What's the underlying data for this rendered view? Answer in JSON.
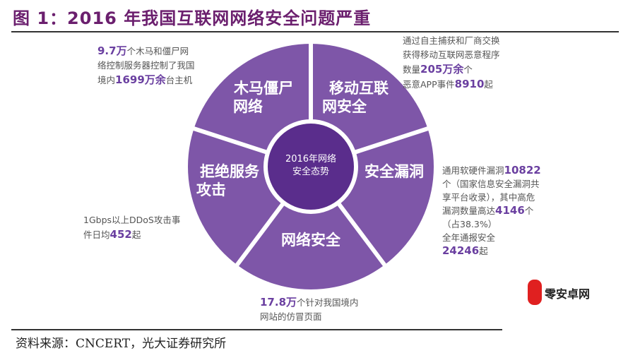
{
  "title": "图 1：2016 年我国互联网网络安全问题严重",
  "center_label": [
    "2016年网络",
    "安全态势"
  ],
  "segments": {
    "trojan": [
      "木马僵尸",
      "网络"
    ],
    "mobile": [
      "移动互联",
      "网安全"
    ],
    "vuln": "安全漏洞",
    "web": "网络安全",
    "ddos": [
      "拒绝服务",
      "攻击"
    ]
  },
  "notes": {
    "trojan": {
      "n1": "9.7万",
      "t1": "个木马和僵尸网",
      "t2": "络控制服务器控制了我国",
      "t3": "境内",
      "n2": "1699万余",
      "t4": "台主机"
    },
    "mobile": {
      "t1": "通过自主捕获和厂商交换",
      "t2": "获得移动互联网恶意程序",
      "t3": "数量",
      "n1": "205万余",
      "t4": "个",
      "t5": "恶意APP事件",
      "n2": "8910",
      "t6": "起"
    },
    "vuln": {
      "t1": "通用软硬件漏洞",
      "n1": "10822",
      "t2": "个（国家信息安全漏洞共",
      "t3": "享平台收录），其中高危",
      "t4": "漏洞数量高达",
      "n2": "4146",
      "t5": "个",
      "t6": "（占38.3%）",
      "t7": "全年通报安全",
      "n3": "24246",
      "t8": "起"
    },
    "ddos": {
      "t1": "1Gbps以上DDoS攻击事",
      "t2": "件日均",
      "n1": "452",
      "t3": "起"
    },
    "web": {
      "n1": "17.8万",
      "t1": "个针对我国境内",
      "t2": "网站的仿冒页面"
    }
  },
  "source": "资料来源：CNCERT，光大证券研究所",
  "watermark_logo": "零安卓网",
  "colors": {
    "segment": "#7e56a8",
    "center": "#5a2d8c",
    "title": "#6b1f6e",
    "number": "#6a3fa0"
  }
}
